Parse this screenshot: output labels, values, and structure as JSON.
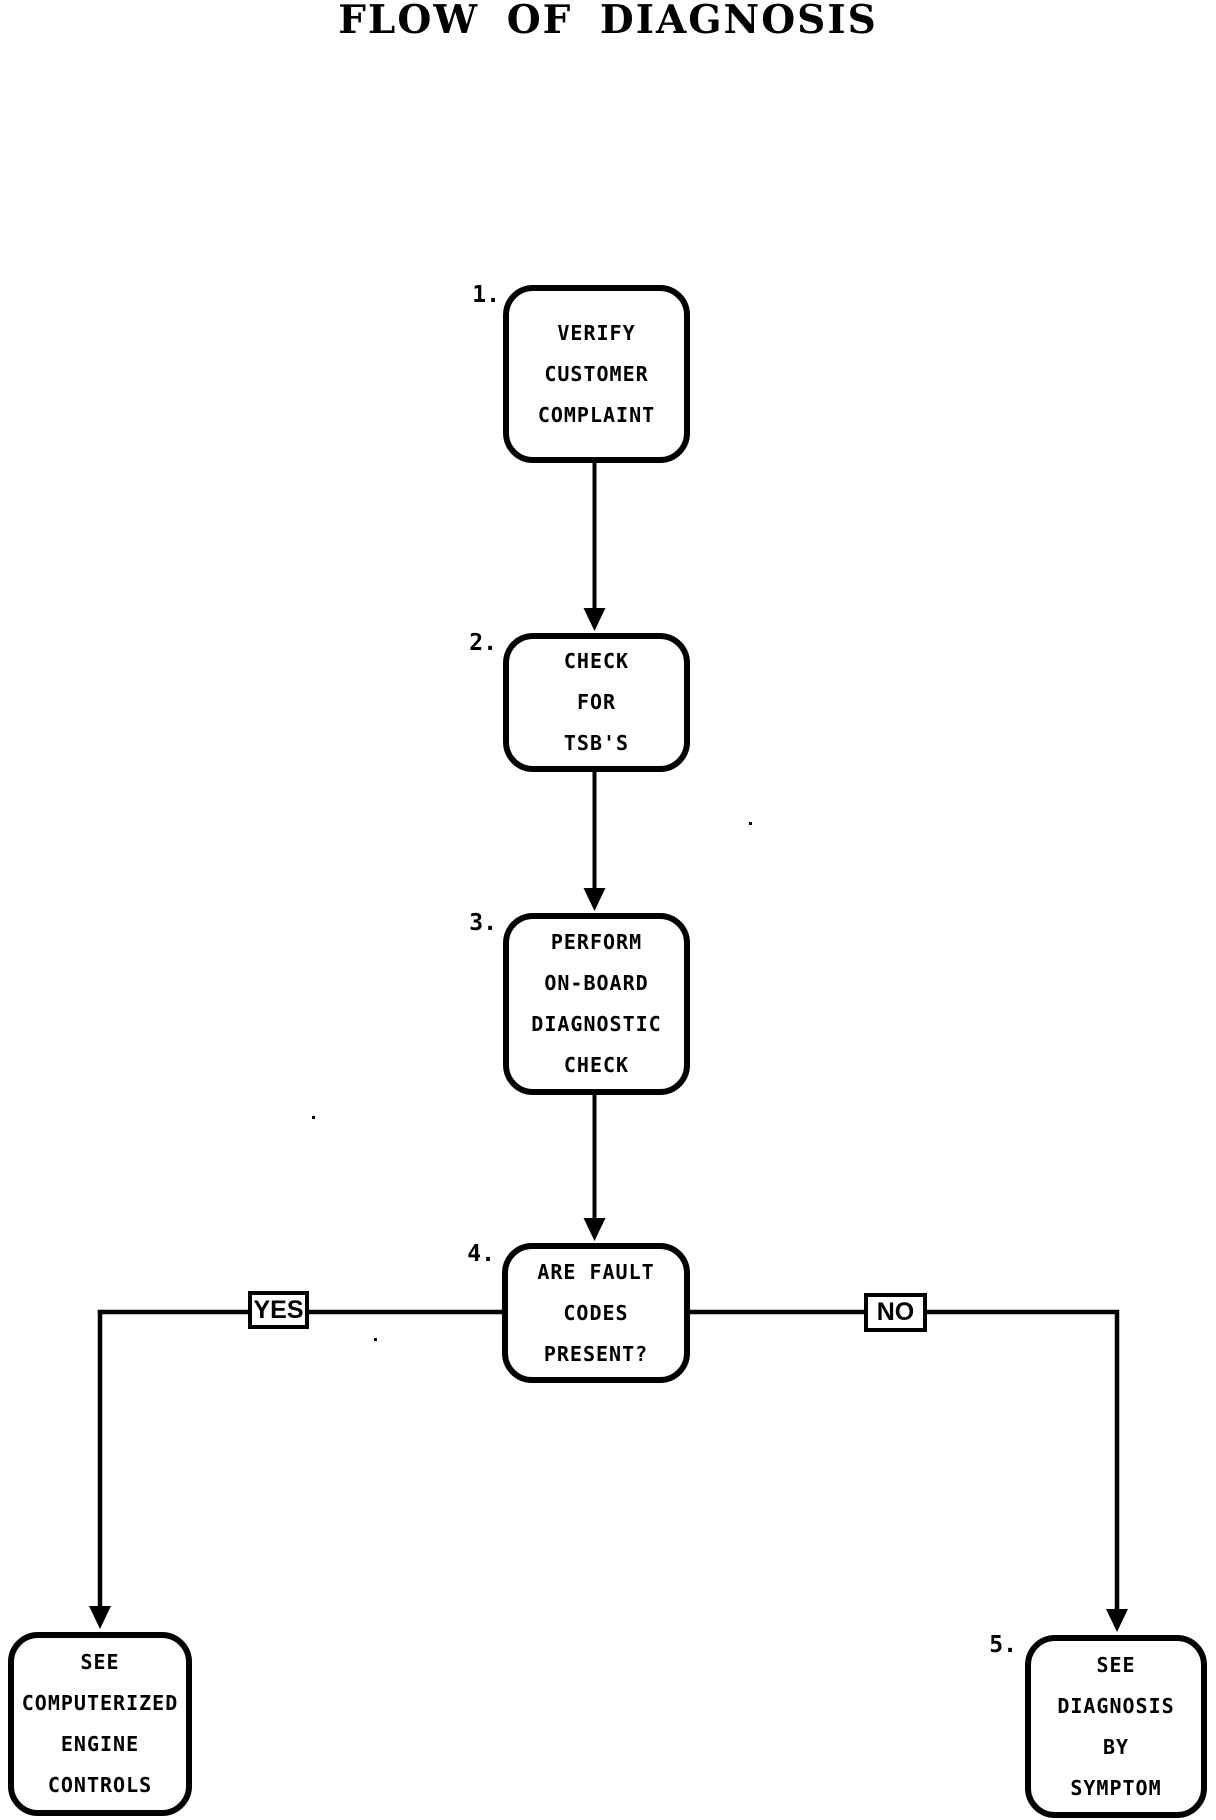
{
  "title": "FLOW OF DIAGNOSIS",
  "nodes": [
    {
      "number": "1.",
      "lines": [
        "VERIFY",
        "CUSTOMER",
        "COMPLAINT"
      ]
    },
    {
      "number": "2.",
      "lines": [
        "CHECK",
        "FOR",
        "TSB'S"
      ]
    },
    {
      "number": "3.",
      "lines": [
        "PERFORM",
        "ON-BOARD",
        "DIAGNOSTIC",
        "CHECK"
      ]
    },
    {
      "number": "4.",
      "lines": [
        "ARE FAULT",
        "CODES",
        "PRESENT?"
      ]
    },
    {
      "number": "",
      "lines": [
        "SEE",
        "COMPUTERIZED",
        "ENGINE",
        "CONTROLS"
      ]
    },
    {
      "number": "5.",
      "lines": [
        "SEE",
        "DIAGNOSIS",
        "BY",
        "SYMPTOM"
      ]
    }
  ],
  "edges": [
    {
      "from": "verify-customer-complaint",
      "to": "check-for-tsbs",
      "label": ""
    },
    {
      "from": "check-for-tsbs",
      "to": "perform-on-board-diagnostic-check",
      "label": ""
    },
    {
      "from": "perform-on-board-diagnostic-check",
      "to": "are-fault-codes-present",
      "label": ""
    },
    {
      "from": "are-fault-codes-present",
      "to": "see-computerized-engine-controls",
      "label": "YES"
    },
    {
      "from": "are-fault-codes-present",
      "to": "see-diagnosis-by-symptom",
      "label": "NO"
    }
  ],
  "colors": {
    "ink": "#000000",
    "paper": "#ffffff"
  }
}
